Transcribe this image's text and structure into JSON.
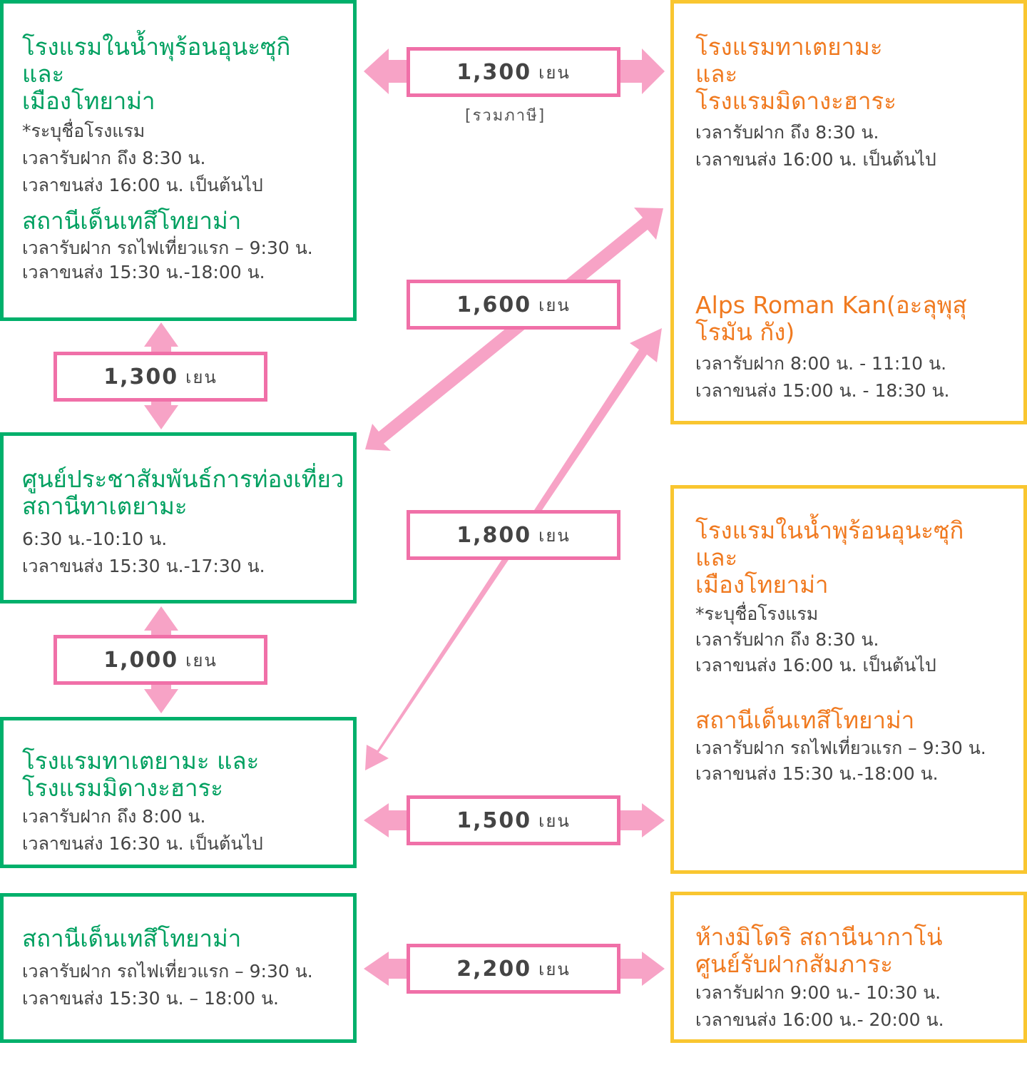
{
  "colors": {
    "left_border": "#00b06b",
    "right_border": "#f9c630",
    "left_title": "#00a060",
    "right_title": "#f07a20",
    "arrow": "#f7a3c6",
    "price_border": "#f070a8"
  },
  "left": [
    {
      "title": "โรงแรมในน้ำพุร้อนอุนะซุกิ\nและ\nเมืองโทยาม่า",
      "lines": [
        "*ระบุชื่อโรงแรม",
        "เวลารับฝาก ถึง 8:30 น.",
        "เวลาขนส่ง 16:00 น. เป็นต้นไป"
      ],
      "title2": "สถานีเด็นเทสึโทยาม่า",
      "lines2": [
        "เวลารับฝาก รถไฟเที่ยวแรก – 9:30 น.",
        "เวลาขนส่ง 15:30 น.-18:00 น."
      ]
    },
    {
      "title": "ศูนย์ประชาสัมพันธ์การท่องเที่ยว\nสถานีทาเตยามะ",
      "lines": [
        "6:30 น.-10:10 น.",
        "เวลาขนส่ง 15:30 น.-17:30 น."
      ]
    },
    {
      "title": "โรงแรมทาเตยามะ และ\nโรงแรมมิดางะฮาระ",
      "lines": [
        "เวลารับฝาก ถึง 8:00 น.",
        "เวลาขนส่ง 16:30 น. เป็นต้นไป"
      ]
    },
    {
      "title": "สถานีเด็นเทสึโทยาม่า",
      "lines": [
        "เวลารับฝาก รถไฟเที่ยวแรก  – 9:30 น.",
        "เวลาขนส่ง 15:30 น. – 18:00 น."
      ]
    }
  ],
  "right": [
    {
      "title": "โรงแรมทาเตยามะ\nและ\nโรงแรมมิดางะฮาระ",
      "lines": [
        "เวลารับฝาก ถึง 8:30 น.",
        "เวลาขนส่ง 16:00 น. เป็นต้นไป"
      ],
      "title2": "Alps Roman Kan(อะลุพุสุ\nโรมัน กัง)",
      "lines2": [
        "เวลารับฝาก 8:00 น. - 11:10 น.",
        "เวลาขนส่ง 15:00 น. - 18:30 น."
      ]
    },
    {
      "title": "โรงแรมในน้ำพุร้อนอุนะซุกิ\nและ\nเมืองโทยาม่า",
      "lines": [
        "*ระบุชื่อโรงแรม",
        "เวลารับฝาก ถึง 8:30 น.",
        "เวลาขนส่ง 16:00 น. เป็นต้นไป"
      ],
      "title2": "สถานีเด็นเทสึโทยาม่า",
      "lines2": [
        "เวลารับฝาก รถไฟเที่ยวแรก – 9:30 น.",
        "เวลาขนส่ง 15:30 น.-18:00 น."
      ]
    },
    {
      "title": "ห้างมิโดริ สถานีนากาโน่\nศูนย์รับฝากสัมภาระ",
      "lines": [
        "เวลารับฝาก 9:00 น.- 10:30 น.",
        "เวลาขนส่ง 16:00 น.- 20:00 น."
      ]
    }
  ],
  "prices": [
    {
      "amount": "1,300",
      "unit": "เยน"
    },
    {
      "amount": "1,600",
      "unit": "เยน"
    },
    {
      "amount": "1,800",
      "unit": "เยน"
    },
    {
      "amount": "1,500",
      "unit": "เยน"
    },
    {
      "amount": "2,200",
      "unit": "เยน"
    },
    {
      "amount": "1,300",
      "unit": "เยน"
    },
    {
      "amount": "1,000",
      "unit": "เยน"
    }
  ],
  "tax_note": "[รวมภาษี]"
}
